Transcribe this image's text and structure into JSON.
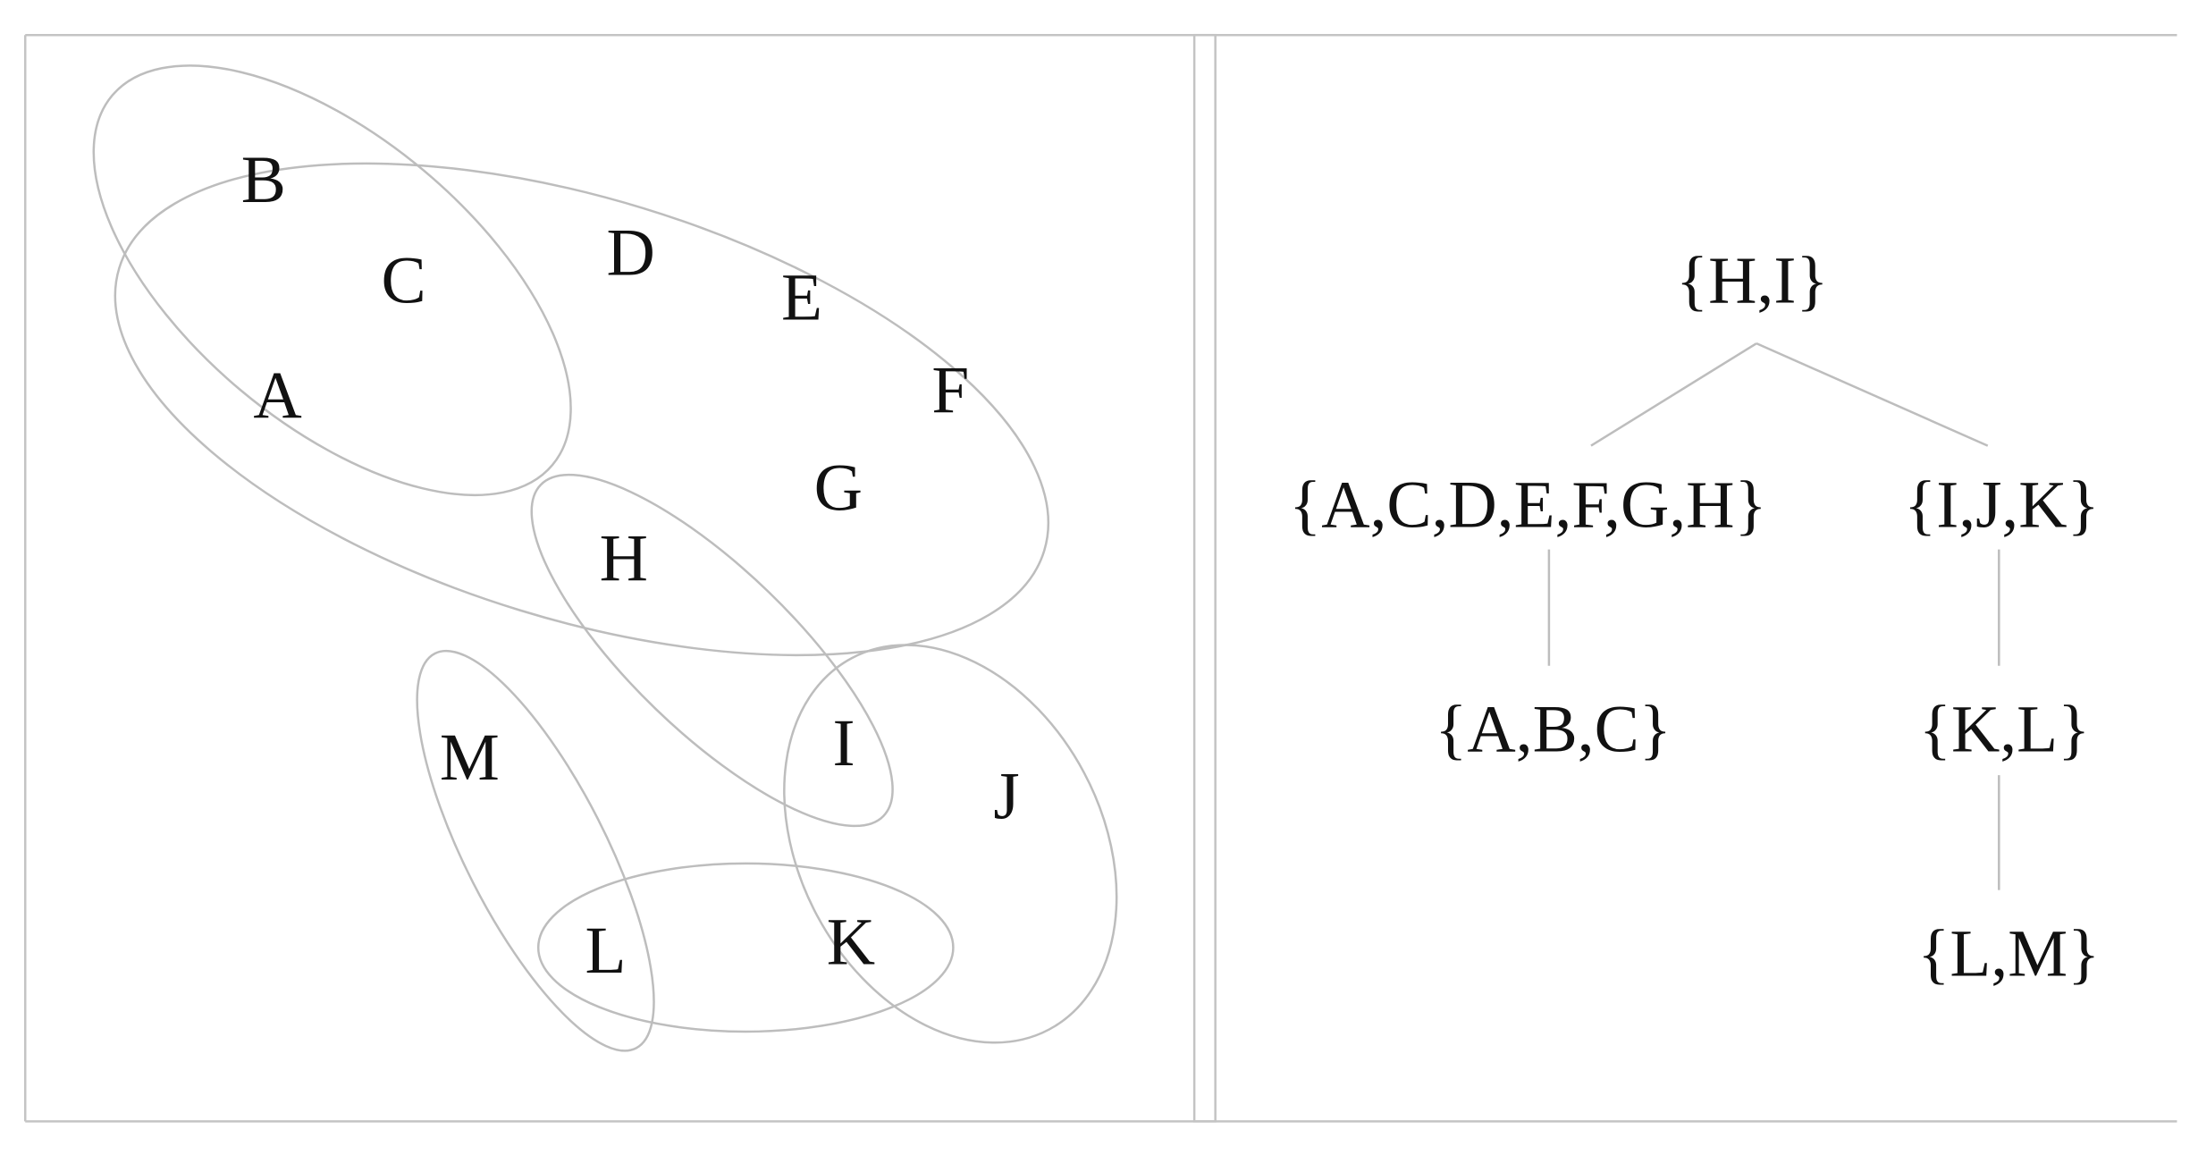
{
  "hypergraph": {
    "vertices": [
      "A",
      "B",
      "C",
      "D",
      "E",
      "F",
      "G",
      "H",
      "I",
      "J",
      "K",
      "L",
      "M"
    ],
    "hyperedges": [
      [
        "A",
        "B",
        "C"
      ],
      [
        "A",
        "C",
        "D",
        "E",
        "F",
        "G",
        "H"
      ],
      [
        "H",
        "I"
      ],
      [
        "I",
        "J",
        "K"
      ],
      [
        "K",
        "L"
      ],
      [
        "L",
        "M"
      ]
    ]
  },
  "join_tree": {
    "nodes": [
      "{H,I}",
      "{A,C,D,E,F,G,H}",
      "{I,J,K}",
      "{A,B,C}",
      "{K,L}",
      "{L,M}"
    ],
    "edges": [
      [
        "{H,I}",
        "{A,C,D,E,F,G,H}"
      ],
      [
        "{H,I}",
        "{I,J,K}"
      ],
      [
        "{A,C,D,E,F,G,H}",
        "{A,B,C}"
      ],
      [
        "{I,J,K}",
        "{K,L}"
      ],
      [
        "{K,L}",
        "{L,M}"
      ]
    ]
  },
  "colors": {
    "lines": "#bdbdbd",
    "text": "#111111"
  }
}
